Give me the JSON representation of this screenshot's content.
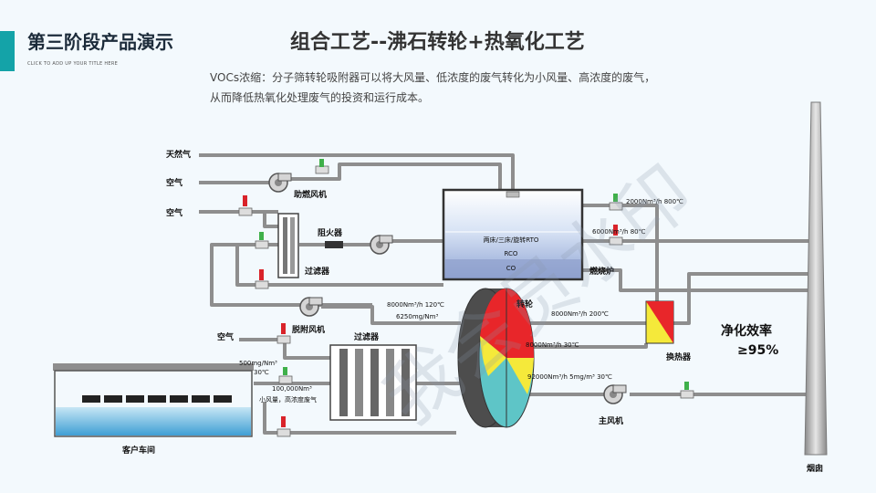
{
  "header": {
    "section_title": "第三阶段产品演示",
    "subtitle_en": "CLICK TO ADD UP YOUR TITLE HERE",
    "main_title": "组合工艺--沸石转轮+热氧化工艺",
    "description_line1": "VOCs浓缩：分子筛转轮吸附器可以将大风量、低浓度的废气转化为小风量、高浓度的废气，",
    "description_line2": "从而降低热氧化处理废气的投资和运行成本。"
  },
  "diagram": {
    "natural_gas": "天然气",
    "air_1": "空气",
    "air_2": "空气",
    "air_3": "空气",
    "burner_fan": "助燃风机",
    "flame_arrester": "阻火器",
    "filter_1": "过滤器",
    "filter_2": "过滤器",
    "desorption_fan": "脱附风机",
    "workshop": "客户车间",
    "rotor": "转轮",
    "furnace": "燃烧炉",
    "furnace_tiers": [
      "两床/三床/旋转RTO",
      "RCO",
      "CO"
    ],
    "heat_exchanger": "换热器",
    "main_fan": "主风机",
    "chimney": "烟囱",
    "efficiency_label": "净化效率",
    "efficiency_value": "≥95%",
    "flow_2000": "2000Nm³/h  800℃",
    "flow_6000": "6000Nm³/h  80℃",
    "flow_8000_120": "8000Nm³/h  120℃",
    "conc_6250": "6250mg/Nm³",
    "flow_8000_200": "8000Nm³/h  200℃",
    "flow_8000_30": "8000Nm³/h  30℃",
    "flow_92000": "92000Nm³/h   5mg/m³   30℃",
    "inlet_conc": "500mg/Nm³",
    "inlet_temp": "30℃",
    "inlet_flow": "100,000Nm³",
    "inlet_desc": "小风量，高浓度废气",
    "watermark": "我会员水印"
  },
  "colors": {
    "accent": "#14a3a8",
    "pipe": "#9a9a9a",
    "rotor_red": "#e8262a",
    "rotor_yellow": "#f5e93a",
    "rotor_teal": "#5ec5c7",
    "valve_green": "#3fb04a",
    "valve_red": "#d9232a"
  }
}
